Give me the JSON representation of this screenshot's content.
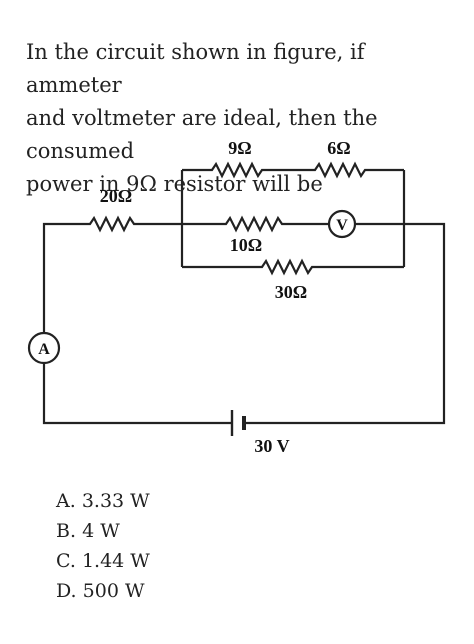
{
  "question": {
    "lines": [
      "In the circuit shown in figure, if ammeter",
      "and voltmeter are ideal, then the consumed",
      "power in 9Ω resistor will be"
    ]
  },
  "circuit": {
    "labels": {
      "r20": "20Ω",
      "r9": "9Ω",
      "r6": "6Ω",
      "r10": "10Ω",
      "r30": "30Ω",
      "battery": "30 V",
      "ammeter": "A",
      "voltmeter": "V"
    }
  },
  "options": [
    {
      "letter": "A.",
      "text": "3.33 W"
    },
    {
      "letter": "B.",
      "text": "4 W"
    },
    {
      "letter": "C.",
      "text": "1.44 W"
    },
    {
      "letter": "D.",
      "text": "500 W"
    }
  ]
}
